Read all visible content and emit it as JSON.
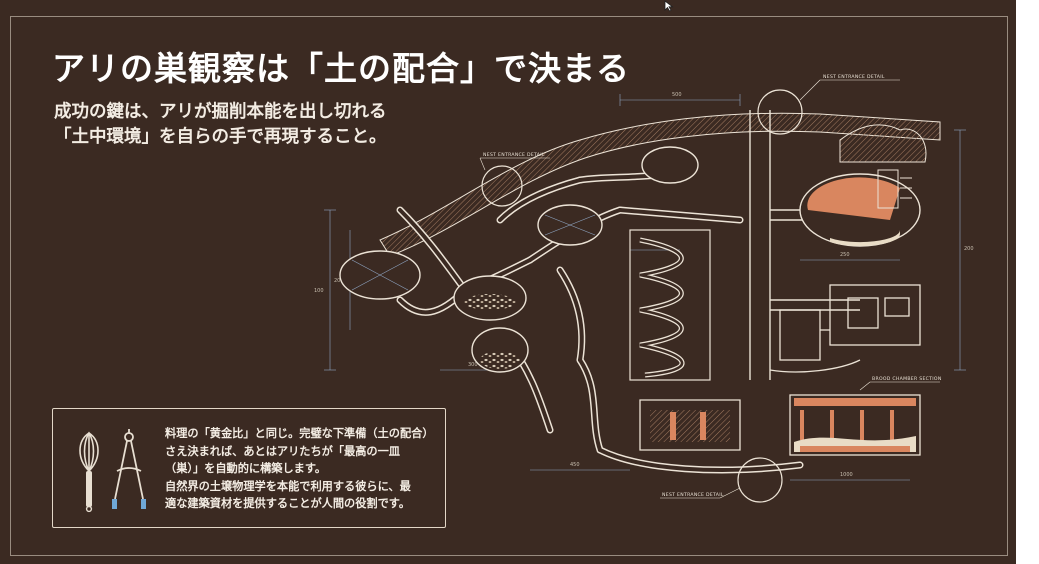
{
  "slide": {
    "title": "アリの巣観察は「土の配合」で決まる",
    "subtitle_lines": [
      "成功の鍵は、アリが掘削本能を出し切れる",
      "「土中環境」を自らの手で再現すること。"
    ]
  },
  "callout": {
    "icon": "whisk-and-compass-icon",
    "lines": [
      "料理の「黄金比」と同じ。完璧な下準備（土の配合）",
      "さえ決まれば、あとはアリたちが「最高の一皿",
      "（巣）」を自動的に構築します。",
      "自然界の土壌物理学を本能で利用する彼らに、最",
      "適な建築資材を提供することが人間の役割です。"
    ]
  },
  "diagram": {
    "labels": {
      "nest_entrance_top": "NEST ENTRANCE DETAIL",
      "nest_entrance_left": "NEST ENTRANCE DETAIL",
      "nest_entrance_bottom": "NEST ENTRANCE DETAIL",
      "brood_chamber": "BROOD CHAMBER SECTION"
    },
    "dimensions": [
      "100",
      "500",
      "200",
      "450",
      "1000",
      "2000",
      "300",
      "250"
    ]
  },
  "colors": {
    "background": "#3b2a22",
    "line": "#ece3d6",
    "accent": "#d9865f",
    "dim": "#8fa6c4"
  }
}
